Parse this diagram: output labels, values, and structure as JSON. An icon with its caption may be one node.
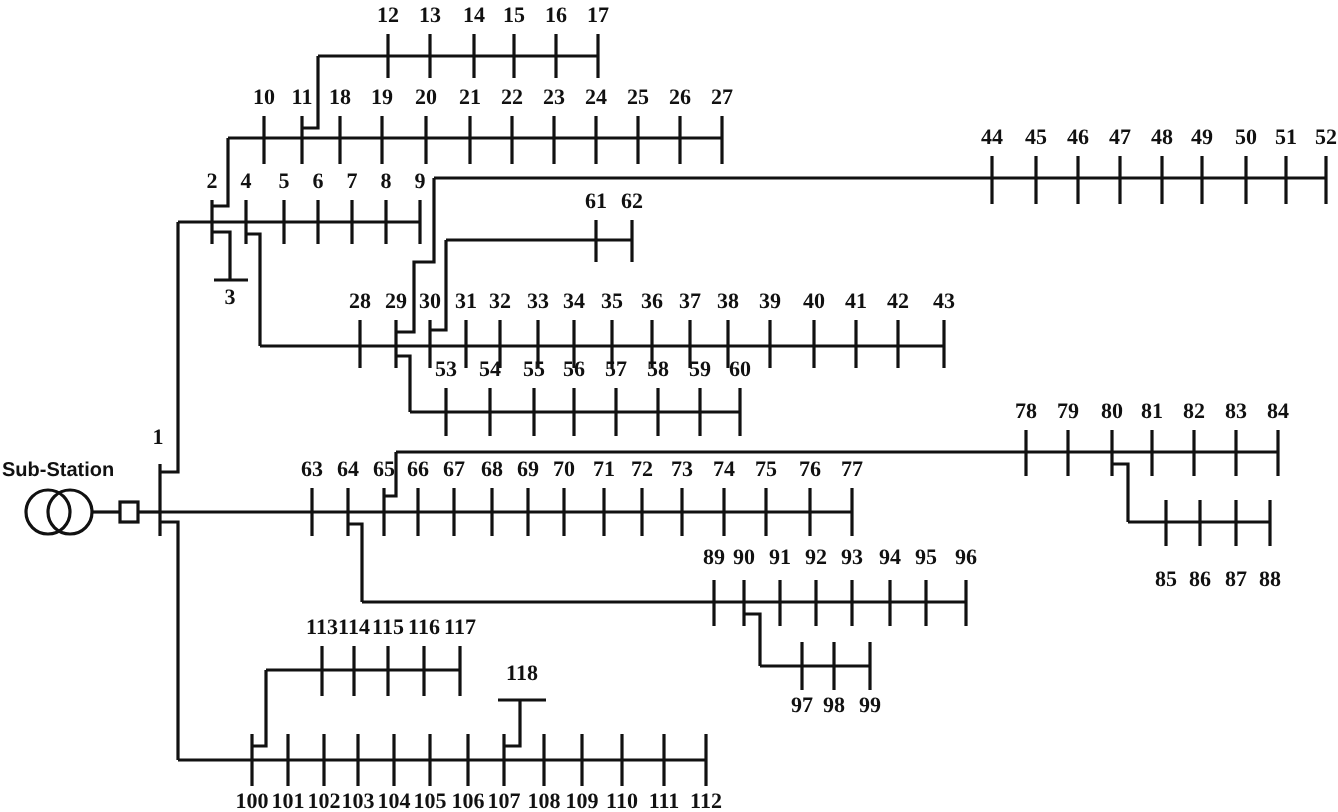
{
  "diagram": {
    "labels": [
      "Sub-Station",
      "1",
      "2",
      "3",
      "4",
      "5",
      "6",
      "7",
      "8",
      "9",
      "10",
      "11",
      "12",
      "13",
      "14",
      "15",
      "16",
      "17",
      "18",
      "19",
      "20",
      "21",
      "22",
      "23",
      "24",
      "25",
      "26",
      "27",
      "28",
      "29",
      "30",
      "31",
      "32",
      "33",
      "34",
      "35",
      "36",
      "37",
      "38",
      "39",
      "40",
      "41",
      "42",
      "43",
      "44",
      "45",
      "46",
      "47",
      "48",
      "49",
      "50",
      "51",
      "52",
      "53",
      "54",
      "55",
      "56",
      "57",
      "58",
      "59",
      "60",
      "61",
      "62",
      "63",
      "64",
      "65",
      "66",
      "67",
      "68",
      "69",
      "70",
      "71",
      "72",
      "73",
      "74",
      "75",
      "76",
      "77",
      "78",
      "79",
      "80",
      "81",
      "82",
      "83",
      "84",
      "85",
      "86",
      "87",
      "88",
      "89",
      "90",
      "91",
      "92",
      "93",
      "94",
      "95",
      "96",
      "97",
      "98",
      "99",
      "100",
      "101",
      "102",
      "103",
      "104",
      "105",
      "106",
      "107",
      "108",
      "109",
      "110",
      "111",
      "112",
      "113",
      "114",
      "115",
      "116",
      "117",
      "118"
    ]
  }
}
